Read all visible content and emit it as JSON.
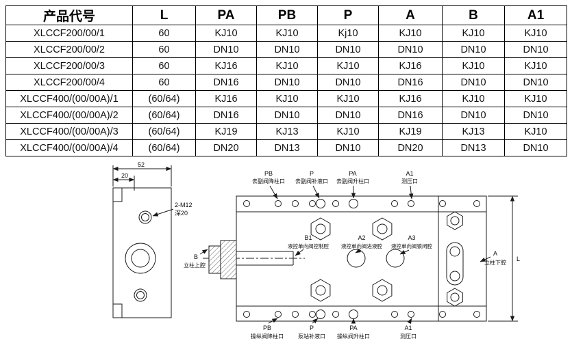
{
  "table": {
    "headers": [
      "产品代号",
      "L",
      "PA",
      "PB",
      "P",
      "A",
      "B",
      "A1"
    ],
    "rows": [
      [
        "XLCCF200/00/1",
        "60",
        "KJ10",
        "KJ10",
        "Kj10",
        "KJ10",
        "KJ10",
        "KJ10"
      ],
      [
        "XLCCF200/00/2",
        "60",
        "DN10",
        "DN10",
        "DN10",
        "DN10",
        "DN10",
        "DN10"
      ],
      [
        "XLCCF200/00/3",
        "60",
        "KJ16",
        "KJ10",
        "KJ10",
        "KJ16",
        "KJ10",
        "KJ10"
      ],
      [
        "XLCCF200/00/4",
        "60",
        "DN16",
        "DN10",
        "DN10",
        "DN16",
        "DN10",
        "DN10"
      ],
      [
        "XLCCF400/(00/00A)/1",
        "(60/64)",
        "KJ16",
        "KJ10",
        "KJ10",
        "KJ16",
        "KJ10",
        "KJ10"
      ],
      [
        "XLCCF400/(00/00A)/2",
        "(60/64)",
        "DN16",
        "DN10",
        "DN10",
        "DN16",
        "DN10",
        "DN10"
      ],
      [
        "XLCCF400/(00/00A)/3",
        "(60/64)",
        "KJ19",
        "KJ13",
        "KJ10",
        "KJ19",
        "KJ13",
        "KJ10"
      ],
      [
        "XLCCF400/(00/00A)/4",
        "(60/64)",
        "DN20",
        "DN13",
        "DN10",
        "DN20",
        "DN13",
        "DN10"
      ]
    ]
  },
  "diagram": {
    "left_view": {
      "dim_width": "52",
      "dim_offset": "20",
      "hole_callout_line1": "2-M12",
      "hole_callout_line2": "深20",
      "port_b_code": "B",
      "port_b_desc": "立柱上腔"
    },
    "main_view": {
      "top_ports": [
        {
          "code": "PB",
          "desc": "去副阀降柱口"
        },
        {
          "code": "P",
          "desc": "去副阀补液口"
        },
        {
          "code": "PA",
          "desc": "去副阀升柱口"
        },
        {
          "code": "A1",
          "desc": "测压口"
        }
      ],
      "chamber_ports": [
        {
          "code": "B1",
          "desc": "液控单向阀控制腔"
        },
        {
          "code": "A2",
          "desc": "液控单向阀进液腔"
        },
        {
          "code": "A3",
          "desc": "液控单向阀锁闭腔"
        }
      ],
      "bottom_ports": [
        {
          "code": "PB",
          "desc": "操纵阀降柱口"
        },
        {
          "code": "P",
          "desc": "泵站补液口"
        },
        {
          "code": "PA",
          "desc": "操纵阀升柱口"
        },
        {
          "code": "A1",
          "desc": "测压口"
        }
      ],
      "port_a_code": "A",
      "port_a_desc": "立柱下腔",
      "dim_length": "L"
    }
  }
}
